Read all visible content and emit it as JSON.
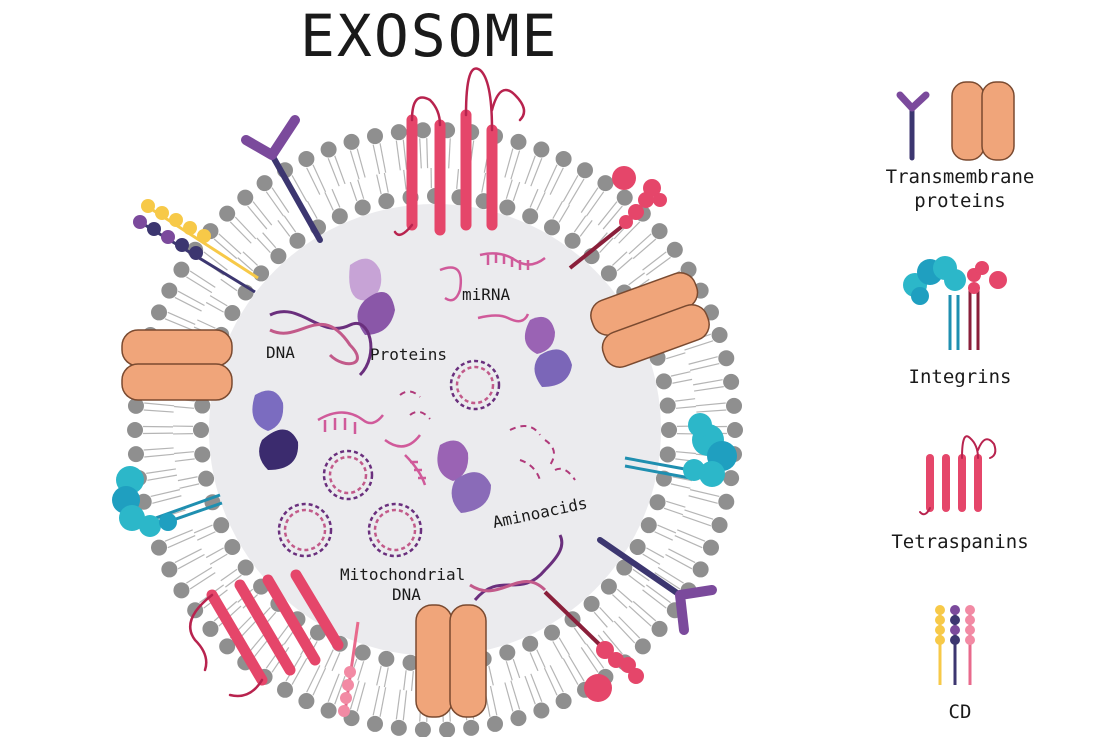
{
  "title": "EXOSOME",
  "labels": {
    "dna": "DNA",
    "proteins": "Proteins",
    "mirna": "miRNA",
    "aminoacids": "Aminoacids",
    "mito_line1": "Mitochondrial",
    "mito_line2": "DNA"
  },
  "legend": {
    "transmembrane_line1": "Transmembrane",
    "transmembrane_line2": "proteins",
    "integrins": "Integrins",
    "tetraspanins": "Tetraspanins",
    "cd": "CD"
  },
  "colors": {
    "membrane_head": "#8f8f8f",
    "lumen": "#ebebee",
    "transmembrane_orange": "#f0a57a",
    "antibody_purple": "#7b4a9c",
    "integrin_teal": "#2cb7c9",
    "tetraspanin_pink": "#e5466a",
    "cd_yellow": "#f7c948",
    "cd_navy": "#3c3670",
    "dna_purple": "#6a2f7d",
    "protein_violet": "#8a6bb8"
  }
}
